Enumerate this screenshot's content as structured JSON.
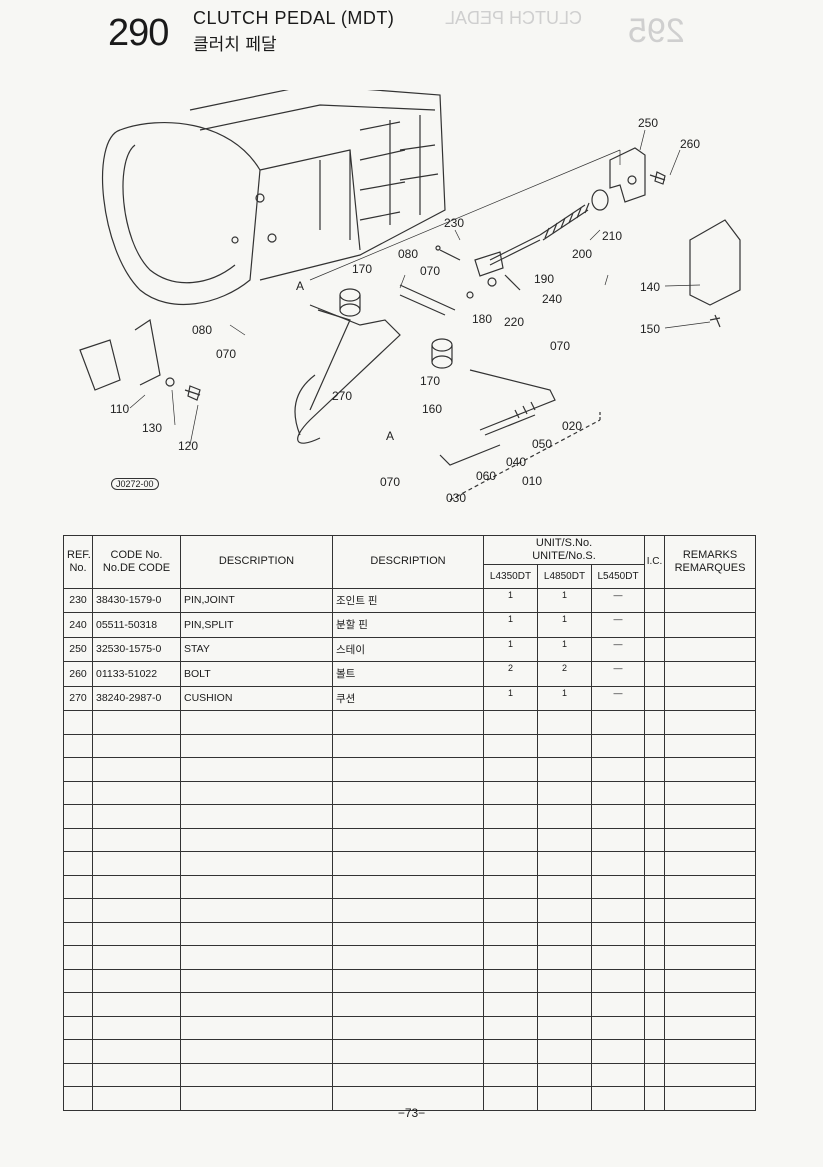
{
  "header": {
    "page_number": "290",
    "title_en": "CLUTCH PEDAL (MDT)",
    "title_ko": "클러치 페달",
    "ghost_title": "CLUTCH PEDAL",
    "ghost_number": "295"
  },
  "diagram": {
    "drawing_id": "J0272-00",
    "callouts": [
      "250",
      "260",
      "230",
      "080",
      "070",
      "170",
      "210",
      "200",
      "190",
      "240",
      "140",
      "220",
      "180",
      "150",
      "080",
      "070",
      "070",
      "110",
      "270",
      "170",
      "160",
      "130",
      "120",
      "020",
      "050",
      "040",
      "060",
      "010",
      "070",
      "030",
      "A",
      "A"
    ]
  },
  "table": {
    "headers": {
      "ref": "REF.\nNo.",
      "code": "CODE No.\nNo.DE CODE",
      "desc_en": "DESCRIPTION",
      "desc_ko": "DESCRIPTION",
      "unit": "UNIT/S.No.\nUNITE/No.S.",
      "models": [
        "L4350DT",
        "L4850DT",
        "L5450DT"
      ],
      "ic": "I.C.",
      "remarks": "REMARKS\nREMARQUES"
    },
    "rows": [
      {
        "ref": "230",
        "code": "38430-1579-0",
        "desc": "PIN,JOINT",
        "desc_ko": "조인트 핀",
        "q1": "1",
        "q2": "1",
        "q3": "—"
      },
      {
        "ref": "240",
        "code": "05511-50318",
        "desc": "PIN,SPLIT",
        "desc_ko": "분할 핀",
        "q1": "1",
        "q2": "1",
        "q3": "—"
      },
      {
        "ref": "250",
        "code": "32530-1575-0",
        "desc": "STAY",
        "desc_ko": "스테이",
        "q1": "1",
        "q2": "1",
        "q3": "—"
      },
      {
        "ref": "260",
        "code": "01133-51022",
        "desc": "BOLT",
        "desc_ko": "볼트",
        "q1": "2",
        "q2": "2",
        "q3": "—"
      },
      {
        "ref": "270",
        "code": "38240-2987-0",
        "desc": "CUSHION",
        "desc_ko": "쿠션",
        "q1": "1",
        "q2": "1",
        "q3": "—"
      }
    ]
  },
  "footer": {
    "page": "−73−"
  }
}
